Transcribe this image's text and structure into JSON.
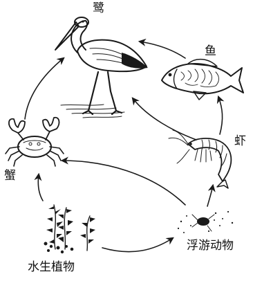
{
  "organisms": {
    "heron": "鹭",
    "fish": "鱼",
    "shrimp": "虾",
    "crab": "蟹",
    "plants": "水生植物",
    "zooplankton": "浮游动物"
  },
  "links": [
    {
      "from": "水生植物",
      "to": "蟹"
    },
    {
      "from": "水生植物",
      "to": "浮游动物"
    },
    {
      "from": "浮游动物",
      "to": "蟹"
    },
    {
      "from": "浮游动物",
      "to": "虾"
    },
    {
      "from": "虾",
      "to": "鱼"
    },
    {
      "from": "虾",
      "to": "鹭"
    },
    {
      "from": "鱼",
      "to": "鹭"
    },
    {
      "from": "蟹",
      "to": "鹭"
    }
  ]
}
